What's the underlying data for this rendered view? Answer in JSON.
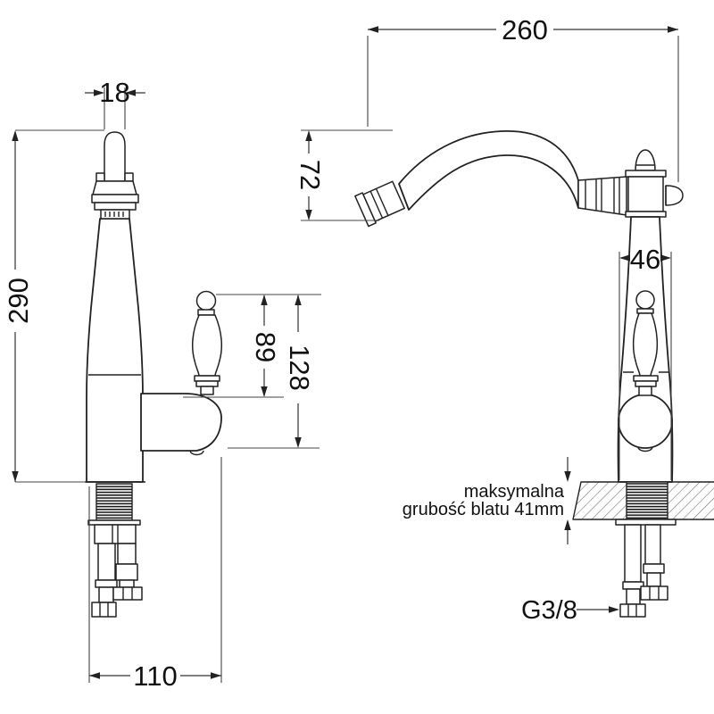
{
  "colors": {
    "background": "#ffffff",
    "outline": "#222222",
    "dimension_line": "#333333",
    "text": "#111111"
  },
  "dimensions": {
    "front": {
      "spout_tip_width": "18",
      "overall_height": "290",
      "spout_to_handle_top": "89",
      "body_to_handle_top": "128",
      "under_counter_depth": "110"
    },
    "side": {
      "spout_reach": "260",
      "spout_outlet_drop": "72",
      "base_width": "46"
    }
  },
  "notes": {
    "countertop_line1": "maksymalna",
    "countertop_line2": "grubość blatu 41mm",
    "connection_thread": "G3/8"
  }
}
